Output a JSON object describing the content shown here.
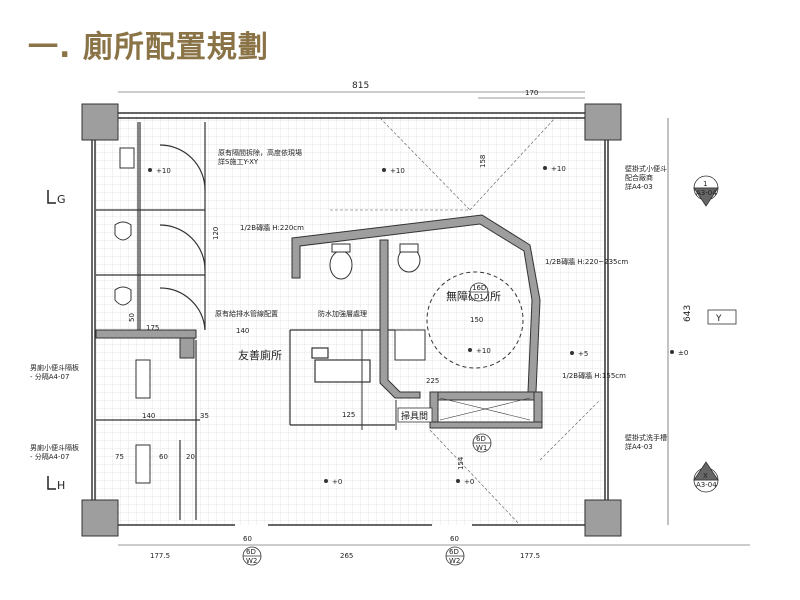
{
  "page_title": "一. 廁所配置規劃",
  "dimensions": {
    "overall_width": "815",
    "right_width": "170",
    "overall_height": "643",
    "bottom_left": "177.5",
    "bottom_door1": "60",
    "bottom_mid": "265",
    "bottom_door2": "60",
    "bottom_right": "177.5",
    "dim_175": "175",
    "dim_140": "140",
    "dim_150": "150",
    "dim_125": "125",
    "dim_140b": "140",
    "dim_75": "75",
    "dim_60": "60",
    "dim_20": "20",
    "dim_35": "35",
    "dim_120": "120",
    "dim_225": "225",
    "dim_154": "154",
    "dim_50": "50",
    "dim_158": "158"
  },
  "rooms": {
    "friendly_toilet": "友善廁所",
    "accessible_toilet": "無障礙廁所",
    "janitor_room": "掃具間"
  },
  "notes": {
    "note_top": "原有隔間拆除，高度依現場",
    "note_top2": "詳S施工Y-XY",
    "note_left1": "原有給排水管線配置",
    "note_left2": "防水加強層處理",
    "note_tile1": "1/2B磚牆 H:220cm",
    "note_tile2": "1/2B磚牆 H:220~235cm",
    "note_tile3": "1/2B磚牆 H:155cm",
    "note_left_urinal1": "男廁小便斗隔板",
    "note_left_urinal1b": "- 分隔A4-07",
    "note_left_urinal2": "男廁小便斗隔板",
    "note_left_urinal2b": "- 分隔A4-07",
    "note_right1": "壁掛式小便斗",
    "note_right1b": "配合廠商",
    "note_right1c": "詳A4-03",
    "note_right2": "壁掛式洗手槽",
    "note_right2b": "詳A4-03",
    "ff_1": "+10",
    "ff_2": "+10",
    "ff_3": "+10",
    "ff_4": "+5",
    "ff_5": "+0",
    "ff_6": "+0",
    "ff_7": "+10",
    "ff_8": "±0",
    "elev_label": "Y",
    "cut_g": "G",
    "cut_h": "H"
  },
  "callouts": {
    "sec1_top": "1",
    "sec1_bot": "A3-04",
    "sec2_top": "X",
    "sec2_bot": "A3-04",
    "c60_top": "6D",
    "c60_bot": "W2",
    "c61_top": "6D",
    "c61_bot": "W2",
    "c63_top": "6D",
    "c63_bot": "W1",
    "c_center_top": "16D",
    "c_center_bot": "D1"
  }
}
